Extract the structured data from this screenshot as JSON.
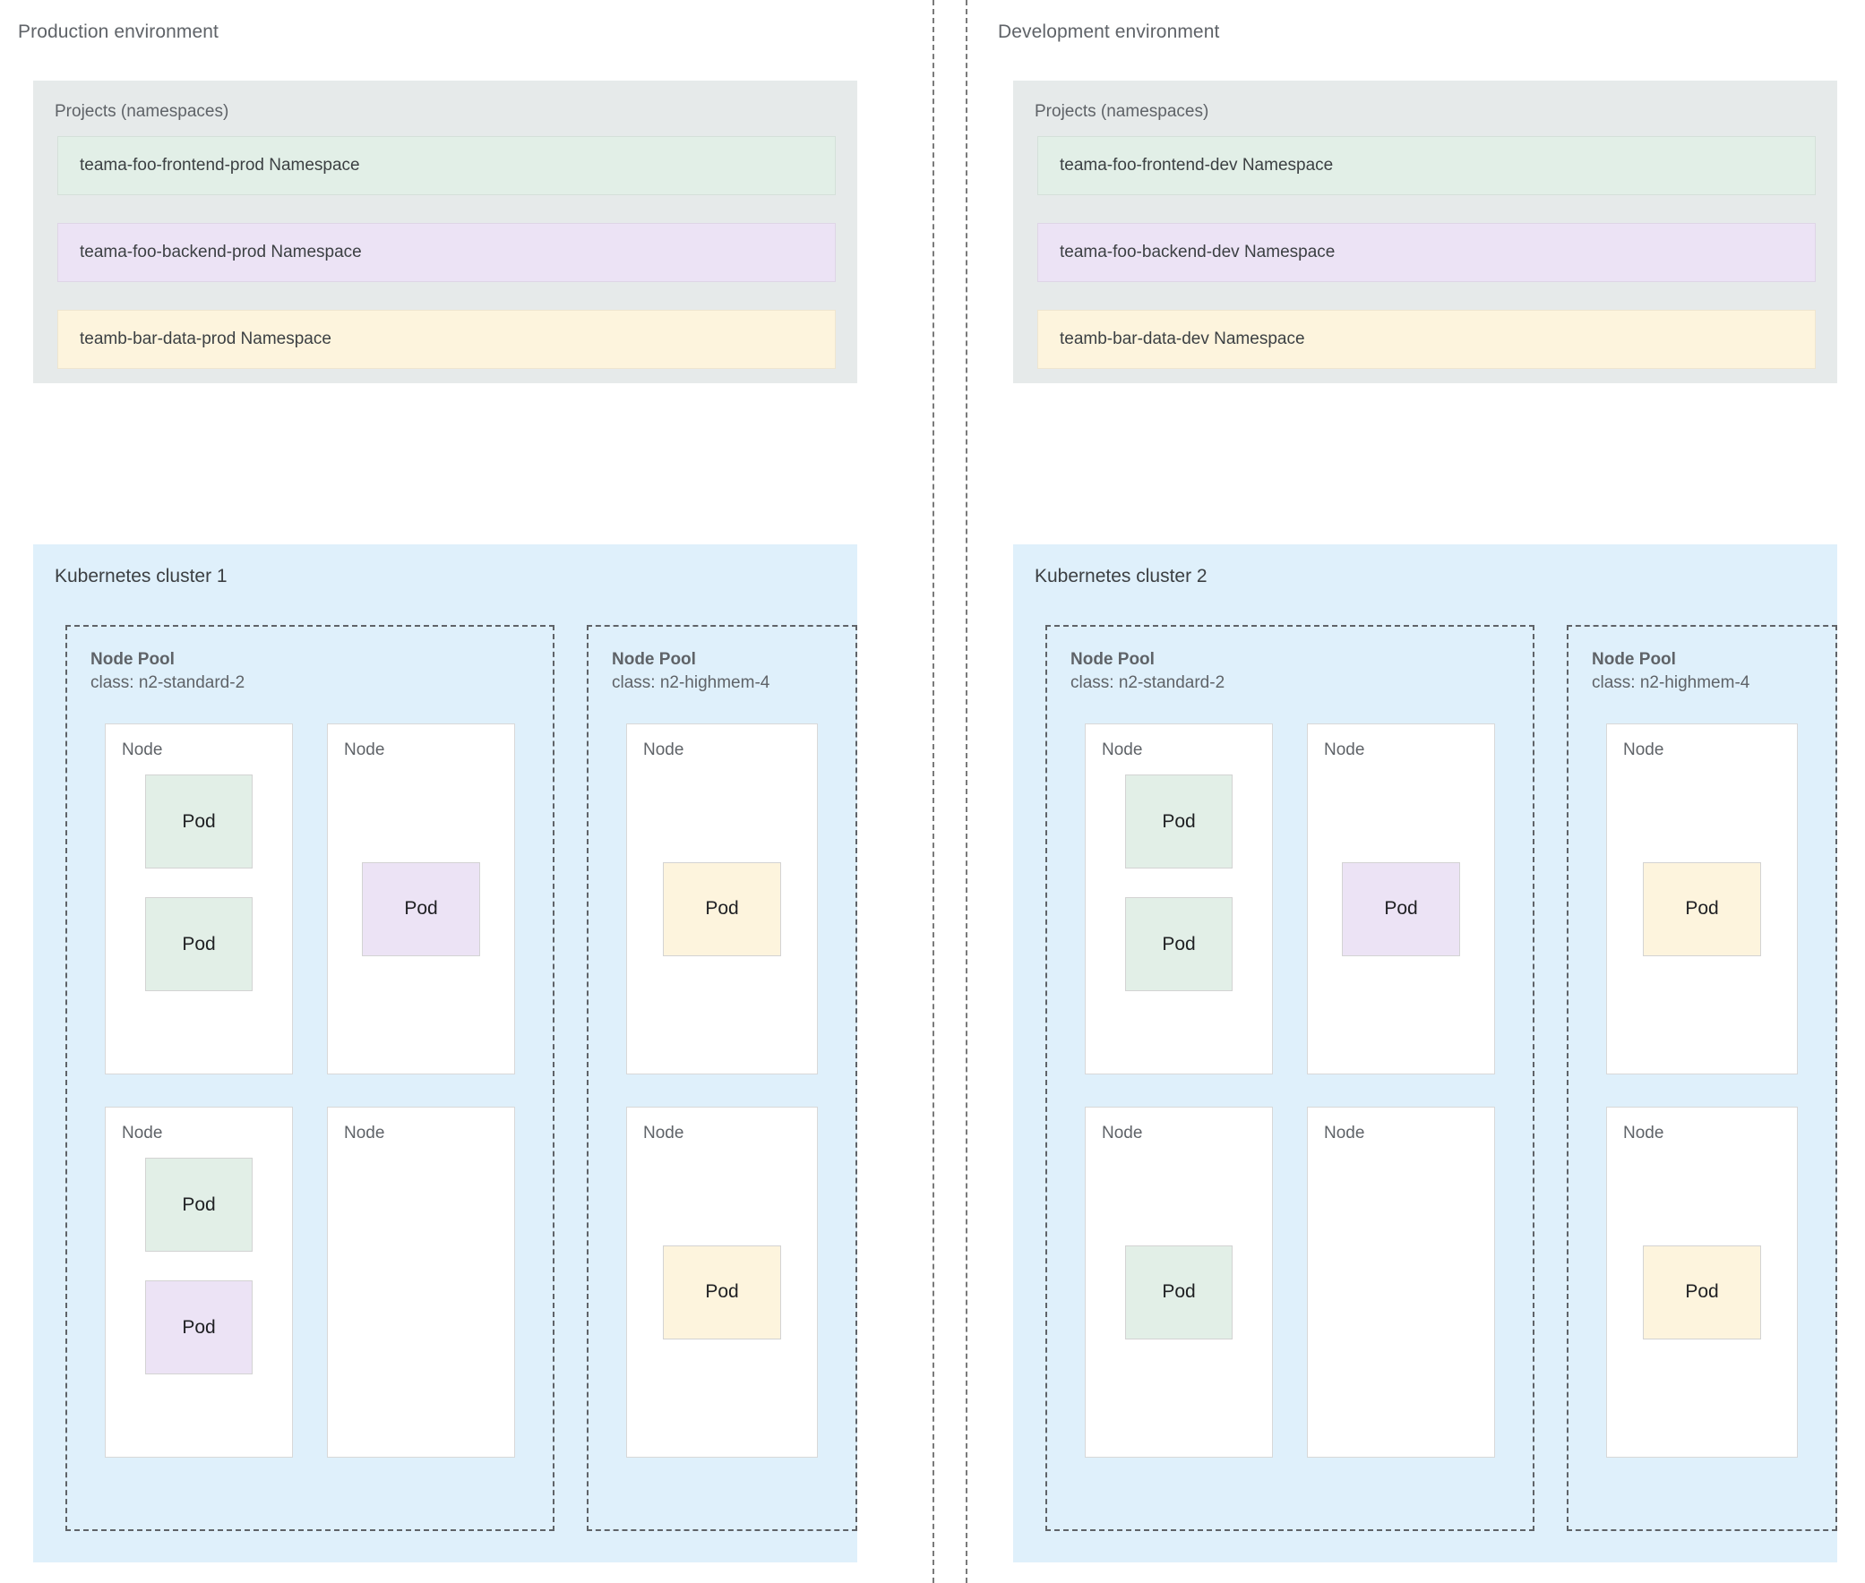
{
  "colors": {
    "green": "#e2efe7",
    "purple": "#ece3f5",
    "yellow": "#fdf4dd",
    "cluster_bg": "#dff0fb",
    "projects_bg": "#e6eaea",
    "text": "#5f6368"
  },
  "environments": [
    {
      "id": "production",
      "title": "Production environment",
      "projects": {
        "label": "Projects (namespaces)",
        "namespaces": [
          {
            "name": "teama-foo-frontend-prod Namespace",
            "color": "green"
          },
          {
            "name": "teama-foo-backend-prod Namespace",
            "color": "purple"
          },
          {
            "name": "teamb-bar-data-prod Namespace",
            "color": "yellow"
          }
        ]
      },
      "cluster": {
        "title": "Kubernetes cluster 1",
        "node_pools": [
          {
            "name": "Node Pool",
            "class": "class: n2-standard-2",
            "columns": 2,
            "nodes": [
              {
                "label": "Node",
                "align": "top",
                "pods": [
                  {
                    "label": "Pod",
                    "color": "green"
                  },
                  {
                    "label": "Pod",
                    "color": "green"
                  }
                ]
              },
              {
                "label": "Node",
                "align": "center",
                "pods": [
                  {
                    "label": "Pod",
                    "color": "purple"
                  }
                ]
              },
              {
                "label": "Node",
                "align": "top",
                "pods": [
                  {
                    "label": "Pod",
                    "color": "green"
                  },
                  {
                    "label": "Pod",
                    "color": "purple"
                  }
                ]
              },
              {
                "label": "Node",
                "align": "top",
                "pods": []
              }
            ]
          },
          {
            "name": "Node Pool",
            "class": "class: n2-highmem-4",
            "columns": 1,
            "nodes": [
              {
                "label": "Node",
                "align": "center",
                "pods": [
                  {
                    "label": "Pod",
                    "color": "yellow"
                  }
                ]
              },
              {
                "label": "Node",
                "align": "center",
                "pods": [
                  {
                    "label": "Pod",
                    "color": "yellow"
                  }
                ]
              }
            ]
          }
        ]
      }
    },
    {
      "id": "development",
      "title": "Development environment",
      "projects": {
        "label": "Projects (namespaces)",
        "namespaces": [
          {
            "name": "teama-foo-frontend-dev Namespace",
            "color": "green"
          },
          {
            "name": "teama-foo-backend-dev Namespace",
            "color": "purple"
          },
          {
            "name": "teamb-bar-data-dev Namespace",
            "color": "yellow"
          }
        ]
      },
      "cluster": {
        "title": "Kubernetes cluster 2",
        "node_pools": [
          {
            "name": "Node Pool",
            "class": "class: n2-standard-2",
            "columns": 2,
            "nodes": [
              {
                "label": "Node",
                "align": "top",
                "pods": [
                  {
                    "label": "Pod",
                    "color": "green"
                  },
                  {
                    "label": "Pod",
                    "color": "green"
                  }
                ]
              },
              {
                "label": "Node",
                "align": "center",
                "pods": [
                  {
                    "label": "Pod",
                    "color": "purple"
                  }
                ]
              },
              {
                "label": "Node",
                "align": "center",
                "pods": [
                  {
                    "label": "Pod",
                    "color": "green"
                  }
                ]
              },
              {
                "label": "Node",
                "align": "top",
                "pods": []
              }
            ]
          },
          {
            "name": "Node Pool",
            "class": "class: n2-highmem-4",
            "columns": 1,
            "nodes": [
              {
                "label": "Node",
                "align": "center",
                "pods": [
                  {
                    "label": "Pod",
                    "color": "yellow"
                  }
                ]
              },
              {
                "label": "Node",
                "align": "center",
                "pods": [
                  {
                    "label": "Pod",
                    "color": "yellow"
                  }
                ]
              }
            ]
          }
        ]
      }
    }
  ]
}
